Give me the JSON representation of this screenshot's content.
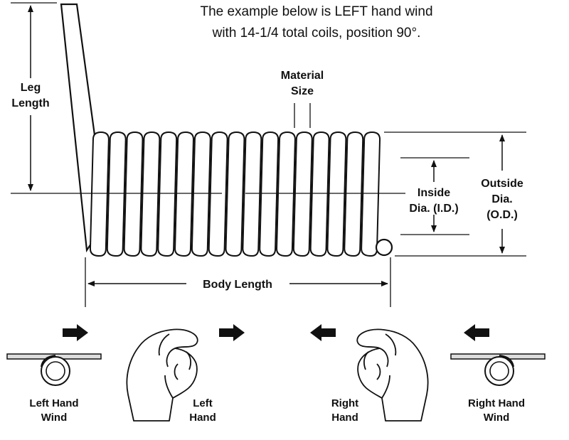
{
  "header": {
    "line1": "The example below is LEFT hand wind",
    "line2": "with 14-1/4 total coils, position 90°."
  },
  "labels": {
    "leg_length": [
      "Leg",
      "Length"
    ],
    "material_size": [
      "Material",
      "Size"
    ],
    "inside_dia": [
      "Inside",
      "Dia. (I.D.)"
    ],
    "outside_dia": [
      "Outside",
      "Dia.",
      "(O.D.)"
    ],
    "body_length": "Body Length"
  },
  "captions": {
    "left_hand_wind": [
      "Left Hand",
      "Wind"
    ],
    "left_hand": [
      "Left",
      "Hand"
    ],
    "right_hand": [
      "Right",
      "Hand"
    ],
    "right_hand_wind": [
      "Right Hand",
      "Wind"
    ]
  },
  "coil_count": 17
}
